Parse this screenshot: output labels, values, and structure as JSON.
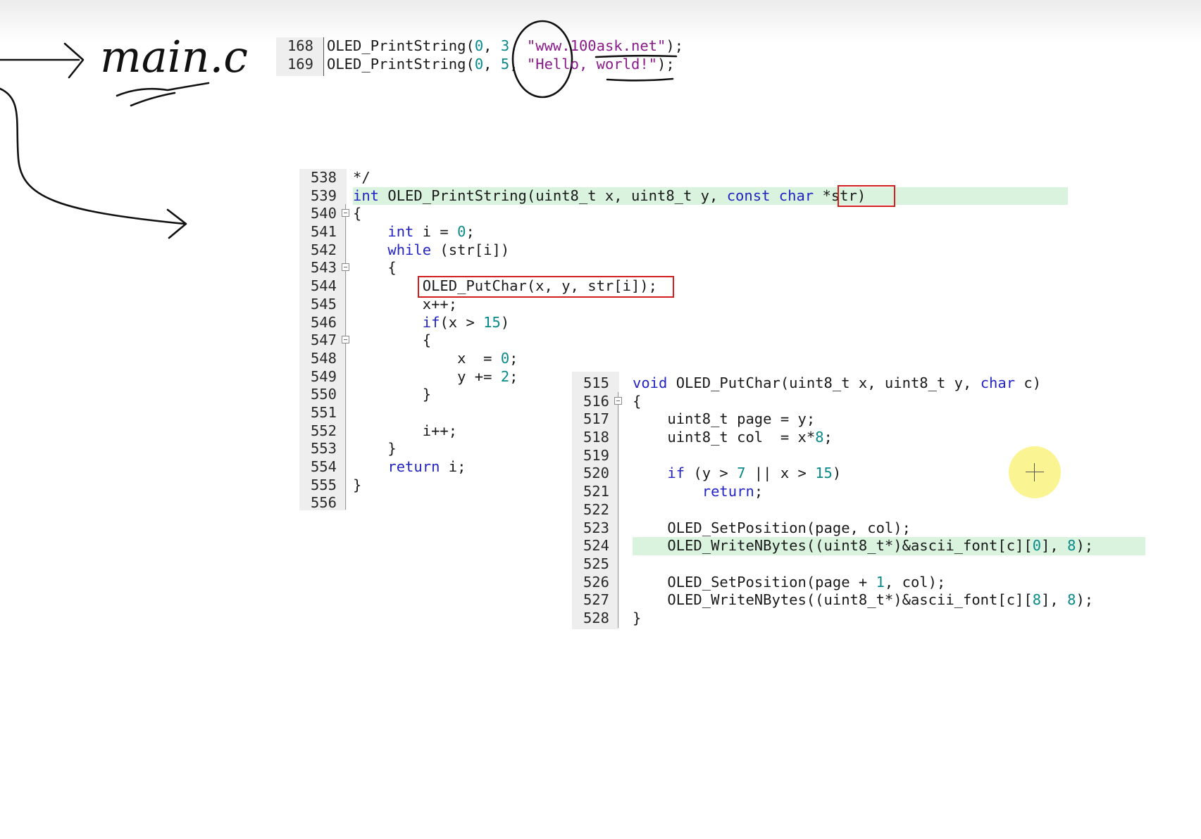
{
  "annotation": {
    "handwritten_text": "main.c"
  },
  "snippet_main": {
    "lines": [
      {
        "n": "168",
        "code": "OLED_PrintString(0, 3, \"www.100ask.net\");"
      },
      {
        "n": "169",
        "code": "OLED_PrintString(0, 5, \"Hello, world!\");"
      }
    ]
  },
  "snippet_printstring": {
    "lines": [
      {
        "n": "538",
        "code": "*/"
      },
      {
        "n": "539",
        "code": "int OLED_PrintString(uint8_t x, uint8_t y, const char *str)"
      },
      {
        "n": "540",
        "code": "{"
      },
      {
        "n": "541",
        "code": "    int i = 0;"
      },
      {
        "n": "542",
        "code": "    while (str[i])"
      },
      {
        "n": "543",
        "code": "    {"
      },
      {
        "n": "544",
        "code": "        OLED_PutChar(x, y, str[i]);"
      },
      {
        "n": "545",
        "code": "        x++;"
      },
      {
        "n": "546",
        "code": "        if(x > 15)"
      },
      {
        "n": "547",
        "code": "        {"
      },
      {
        "n": "548",
        "code": "            x  = 0;"
      },
      {
        "n": "549",
        "code": "            y += 2;"
      },
      {
        "n": "550",
        "code": "        }"
      },
      {
        "n": "551",
        "code": ""
      },
      {
        "n": "552",
        "code": "        i++;"
      },
      {
        "n": "553",
        "code": "    }"
      },
      {
        "n": "554",
        "code": "    return i;"
      },
      {
        "n": "555",
        "code": "}"
      },
      {
        "n": "556",
        "code": ""
      }
    ]
  },
  "snippet_putchar": {
    "lines": [
      {
        "n": "515",
        "code": "void OLED_PutChar(uint8_t x, uint8_t y, char c)"
      },
      {
        "n": "516",
        "code": "{"
      },
      {
        "n": "517",
        "code": "    uint8_t page = y;"
      },
      {
        "n": "518",
        "code": "    uint8_t col  = x*8;"
      },
      {
        "n": "519",
        "code": ""
      },
      {
        "n": "520",
        "code": "    if (y > 7 || x > 15)"
      },
      {
        "n": "521",
        "code": "        return;"
      },
      {
        "n": "522",
        "code": ""
      },
      {
        "n": "523",
        "code": "    OLED_SetPosition(page, col);"
      },
      {
        "n": "524",
        "code": "    OLED_WriteNBytes((uint8_t*)&ascii_font[c][0], 8);"
      },
      {
        "n": "525",
        "code": ""
      },
      {
        "n": "526",
        "code": "    OLED_SetPosition(page + 1, col);"
      },
      {
        "n": "527",
        "code": "    OLED_WriteNBytes((uint8_t*)&ascii_font[c][8], 8);"
      },
      {
        "n": "528",
        "code": "}"
      }
    ]
  },
  "colors": {
    "keyword": "#2424c4",
    "number": "#0a8a8a",
    "string": "#8a1a8a",
    "line_highlight": "#d9f3df",
    "annotation_box": "#d21e1e",
    "ink": "#111111"
  }
}
